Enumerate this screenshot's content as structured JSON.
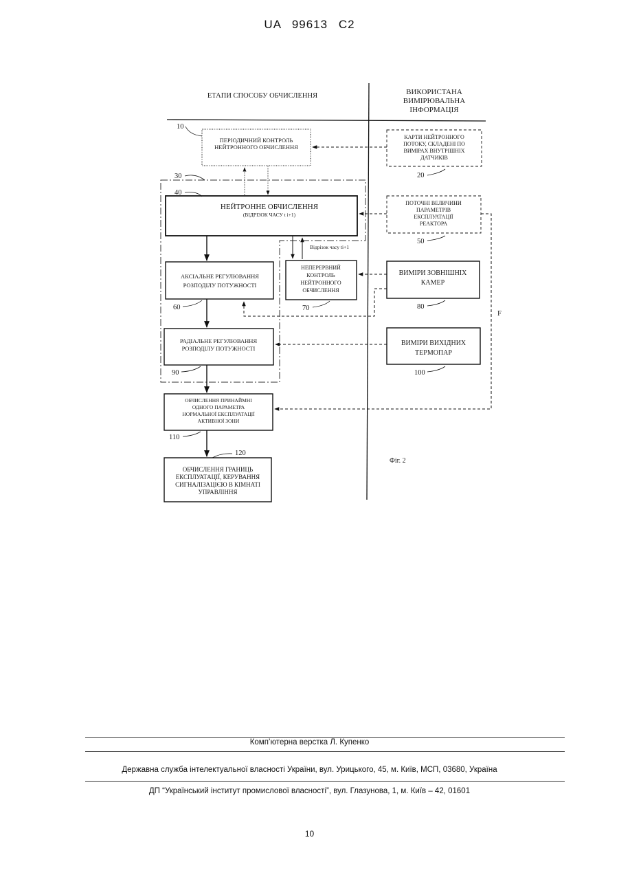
{
  "header": {
    "patent_number": "UA   99613   C2"
  },
  "diagram": {
    "column_left_title": "ЕТАПИ СПОСОБУ ОБЧИСЛЕННЯ",
    "column_right_title": [
      "ВИКОРИСТАНА",
      "ВИМІРЮВАЛЬНА",
      "ІНФОРМАЦІЯ"
    ],
    "nodes": {
      "n10": {
        "ref": "10",
        "lines": [
          "ПЕРІОДИЧНИЙ КОНТРОЛЬ",
          "НЕЙТРОННОГО ОБЧИСЛЕННЯ"
        ]
      },
      "n20": {
        "ref": "20",
        "lines": [
          "КАРТИ НЕЙТРОННОГО",
          "ПОТОКУ, СКЛАДЕНІ ПО",
          "ВИМІРАХ ВНУТРІШНІХ",
          "ДАТЧИКІВ"
        ]
      },
      "n30": {
        "ref": "30"
      },
      "n40": {
        "ref": "40",
        "title": "НЕЙТРОННЕ ОБЧИСЛЕННЯ",
        "subtitle": "(ВІДРІЗОК ЧАСУ t i+1)"
      },
      "n50": {
        "ref": "50",
        "lines": [
          "ПОТОЧНІ ВЕЛИЧИНИ",
          "ПАРАМЕТРІВ",
          "ЕКСПЛУАТАЦІЇ",
          "РЕАКТОРА"
        ]
      },
      "n60": {
        "ref": "60",
        "lines": [
          "АКСІАЛЬНЕ РЕГУЛЮВАННЯ",
          "РОЗПОДІЛУ ПОТУЖНОСТІ"
        ]
      },
      "n70": {
        "ref": "70",
        "lines": [
          "НЕПЕРЕРВНИЙ",
          "КОНТРОЛЬ",
          "НЕЙТРОННОГО",
          "ОБЧИСЛЕННЯ"
        ]
      },
      "n80": {
        "ref": "80",
        "lines": [
          "ВИМІРИ ЗОВНІШНІХ",
          "КАМЕР"
        ]
      },
      "n90": {
        "ref": "90",
        "lines": [
          "РАДІАЛЬНЕ РЕГУЛЮВАННЯ",
          "РОЗПОДІЛУ ПОТУЖНОСТІ"
        ]
      },
      "n100": {
        "ref": "100",
        "lines": [
          "ВИМІРИ ВИХІДНИХ",
          "ТЕРМОПАР"
        ]
      },
      "n110": {
        "ref": "110",
        "lines": [
          "ОБЧИСЛЕННЯ ПРИНАЙМНІ",
          "ОДНОГО ПАРАМЕТРА",
          "НОРМАЛЬНОЇ ЕКСПЛУАТАЦІЇ",
          "АКТИВНОЇ ЗОНИ"
        ]
      },
      "n120": {
        "ref": "120",
        "lines": [
          "ОБЧИСЛЕННЯ ГРАНИЦЬ",
          "ЕКСПЛУАТАЦІЇ, КЕРУВАННЯ",
          "СИГНАЛІЗАЦІЄЮ В КІМНАТІ",
          "УПРАВЛІННЯ"
        ]
      }
    },
    "time_interval_label": "Відрізок часу ti+1",
    "feedback_label": "F",
    "figure_label": "Фіг. 2"
  },
  "footer": {
    "layout_credit": "Комп’ютерна верстка Л. Купенко",
    "agency": "Державна служба інтелектуальної власності України, вул. Урицького, 45, м. Київ, МСП, 03680, Україна",
    "institute": "ДП “Український інститут промислової власності”, вул. Глазунова, 1, м. Київ – 42, 01601",
    "page_number": "10"
  }
}
